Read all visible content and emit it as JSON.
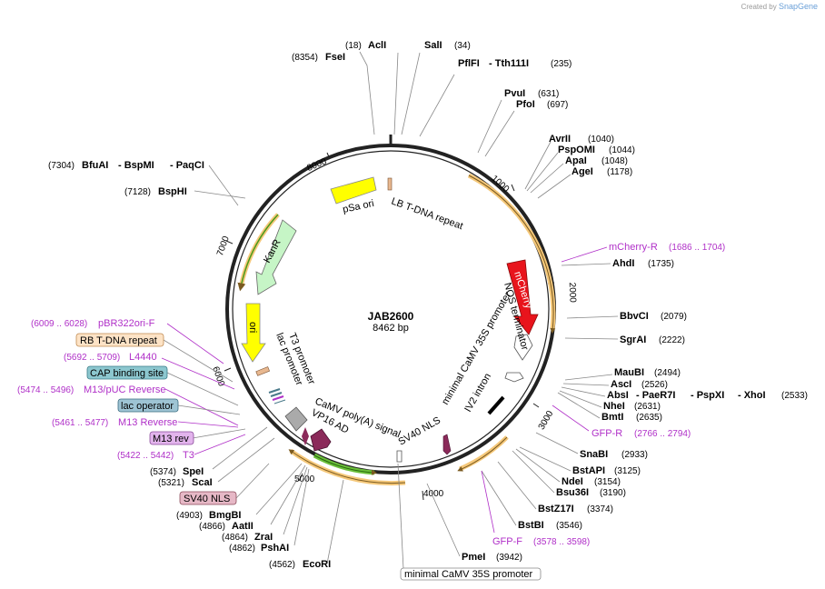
{
  "credit": {
    "prefix": "Created by",
    "brand": "SnapGene"
  },
  "plasmid": {
    "name": "JAB2600",
    "length": "8462 bp"
  },
  "ticks": [
    "1000",
    "2000",
    "3000",
    "4000",
    "5000",
    "6000",
    "7000",
    "8000"
  ],
  "enzymes": [
    {
      "id": "acii",
      "pos": "(18)",
      "name": "AclI"
    },
    {
      "id": "sali",
      "pos": "(34)",
      "name": "SalI"
    },
    {
      "id": "fsei",
      "pos": "(8354)",
      "name": "FseI"
    },
    {
      "id": "pflfi",
      "pos": "(235)",
      "name": "PflFI",
      "name2": "- Tth111I"
    },
    {
      "id": "pvui",
      "pos": "(631)",
      "name": "PvuI"
    },
    {
      "id": "pfoi",
      "pos": "(697)",
      "name": "PfoI"
    },
    {
      "id": "avrii",
      "pos": "(1040)",
      "name": "AvrII"
    },
    {
      "id": "pspomi",
      "pos": "(1044)",
      "name": "PspOMI"
    },
    {
      "id": "apai",
      "pos": "(1048)",
      "name": "ApaI"
    },
    {
      "id": "agei",
      "pos": "(1178)",
      "name": "AgeI"
    },
    {
      "id": "ahdi",
      "pos": "(1735)",
      "name": "AhdI"
    },
    {
      "id": "bbvci",
      "pos": "(2079)",
      "name": "BbvCI"
    },
    {
      "id": "sgrai",
      "pos": "(2222)",
      "name": "SgrAI"
    },
    {
      "id": "maubi",
      "pos": "(2494)",
      "name": "MauBI"
    },
    {
      "id": "asci",
      "pos": "(2526)",
      "name": "AscI"
    },
    {
      "id": "absi",
      "pos": "(2533)",
      "name": "AbsI",
      "name2": "- PaeR7I",
      "name3": "- PspXI",
      "name4": "- XhoI"
    },
    {
      "id": "nhei",
      "pos": "(2631)",
      "name": "NheI"
    },
    {
      "id": "bmti",
      "pos": "(2635)",
      "name": "BmtI"
    },
    {
      "id": "snabi",
      "pos": "(2933)",
      "name": "SnaBI"
    },
    {
      "id": "bstapi",
      "pos": "(3125)",
      "name": "BstAPI"
    },
    {
      "id": "ndei",
      "pos": "(3154)",
      "name": "NdeI"
    },
    {
      "id": "bsu36i",
      "pos": "(3190)",
      "name": "Bsu36I"
    },
    {
      "id": "bstz17i",
      "pos": "(3374)",
      "name": "BstZ17I"
    },
    {
      "id": "bstbi",
      "pos": "(3546)",
      "name": "BstBI"
    },
    {
      "id": "pmei",
      "pos": "(3942)",
      "name": "PmeI"
    },
    {
      "id": "ecori",
      "pos": "(4562)",
      "name": "EcoRI"
    },
    {
      "id": "pshai",
      "pos": "(4862)",
      "name": "PshAI"
    },
    {
      "id": "zrai",
      "pos": "(4864)",
      "name": "ZraI"
    },
    {
      "id": "aatii",
      "pos": "(4866)",
      "name": "AatII"
    },
    {
      "id": "bmgbi",
      "pos": "(4903)",
      "name": "BmgBI"
    },
    {
      "id": "scai",
      "pos": "(5321)",
      "name": "ScaI"
    },
    {
      "id": "spei",
      "pos": "(5374)",
      "name": "SpeI"
    },
    {
      "id": "bsphi",
      "pos": "(7128)",
      "name": "BspHI"
    },
    {
      "id": "bfuai",
      "pos": "(7304)",
      "name": "BfuAI",
      "name2": "- BspMI",
      "name3": "- PaqCI"
    }
  ],
  "primers": [
    {
      "id": "mcherry-r",
      "name": "mCherry-R",
      "range": "(1686 .. 1704)"
    },
    {
      "id": "gfp-r",
      "name": "GFP-R",
      "range": "(2766 .. 2794)"
    },
    {
      "id": "gfp-f",
      "name": "GFP-F",
      "range": "(3578 .. 3598)"
    },
    {
      "id": "pbr322ori-f",
      "name": "pBR322ori-F",
      "range": "(6009 .. 6028)"
    },
    {
      "id": "l4440",
      "name": "L4440",
      "range": "(5692 .. 5709)"
    },
    {
      "id": "m13puc-rev",
      "name": "M13/pUC Reverse",
      "range": "(5474 .. 5496)"
    },
    {
      "id": "m13-reverse",
      "name": "M13 Reverse",
      "range": "(5461 .. 5477)"
    },
    {
      "id": "t3",
      "name": "T3",
      "range": "(5422 .. 5442)"
    }
  ],
  "boxed": [
    {
      "id": "rb-tdna",
      "name": "RB T-DNA repeat",
      "fill": "#fde3c6",
      "stroke": "#c08a50"
    },
    {
      "id": "cap",
      "name": "CAP binding site",
      "fill": "#8cc7cf",
      "stroke": "#3a7c86"
    },
    {
      "id": "lacop",
      "name": "lac operator",
      "fill": "#9ec4d4",
      "stroke": "#3a6c80"
    },
    {
      "id": "m13rev",
      "name": "M13 rev",
      "fill": "#e2b4ec",
      "stroke": "#8a4a9a"
    },
    {
      "id": "sv40nls-box",
      "name": "SV40 NLS",
      "fill": "#e6b8c6",
      "stroke": "#8a4a5a"
    },
    {
      "id": "min35s-box",
      "name": "minimal CaMV 35S promoter",
      "fill": "#ffffff",
      "stroke": "#888888"
    }
  ],
  "features": {
    "psa_ori": "pSa ori",
    "lb_repeat": "LB T-DNA repeat",
    "kanr": "KanR",
    "ori": "ori",
    "mcherry": "mCherry",
    "nos_term": "NOS terminator",
    "min35s": "minimal CaMV 35S promoter",
    "iv2": "IV2 intron",
    "sv40nls": "SV40 NLS",
    "camv_polya": "CaMV poly(A) signal",
    "vp16": "VP16 AD",
    "t3prom": "T3 promoter",
    "lacprom": "lac promoter"
  },
  "colors": {
    "backbone": "#222222",
    "orf": "#f5c87a",
    "orf_inner": "#b8862a",
    "green_orf": "#6bbf3a",
    "primer": "#b030c8",
    "mcherry": "#e8141c",
    "psa_ori": "#ffff00",
    "kanr": "#c6f5c6",
    "vp16": "#8b2a5a"
  }
}
